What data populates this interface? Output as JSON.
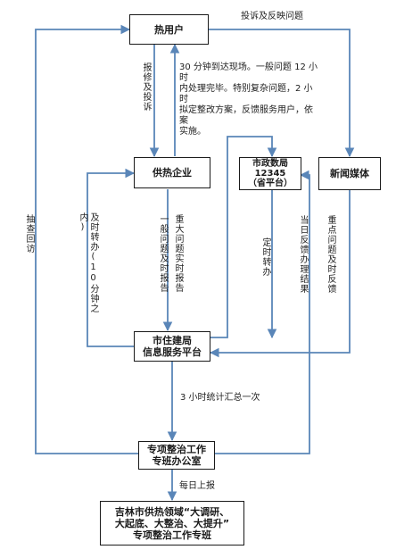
{
  "nodes": {
    "user": "热用户",
    "company": "供热企业",
    "bureau": "市政数局\n12345\n（省平台）",
    "media": "新闻媒体",
    "platform": "市住建局\n信息服务平台",
    "office": "专项整治工作\n专班办公室",
    "final": "吉林市供热领域“大调研、\n大起底、大整治、大提升”\n专项整治工作专班"
  },
  "edges": {
    "complaint": "投诉及反映问题",
    "repair": "报修及投诉",
    "response": "30 分钟到达现场。一般问题 12 小时\n内处理完毕。特别复杂问题，2 小时\n拟定整改方案，反馈服务用户，依案\n实施。",
    "spot_check": "抽查回访",
    "transfer_timely": "及时转办(10分钟之内)",
    "general_report": "一般问题及时报告",
    "major_report": "重大问题实时报告",
    "timed_transfer": "定时转办",
    "same_day": "当日反馈办理结果",
    "key_feedback": "重点问题及时反馈",
    "summary": "3 小时统计汇总一次",
    "daily": "每日上报"
  }
}
